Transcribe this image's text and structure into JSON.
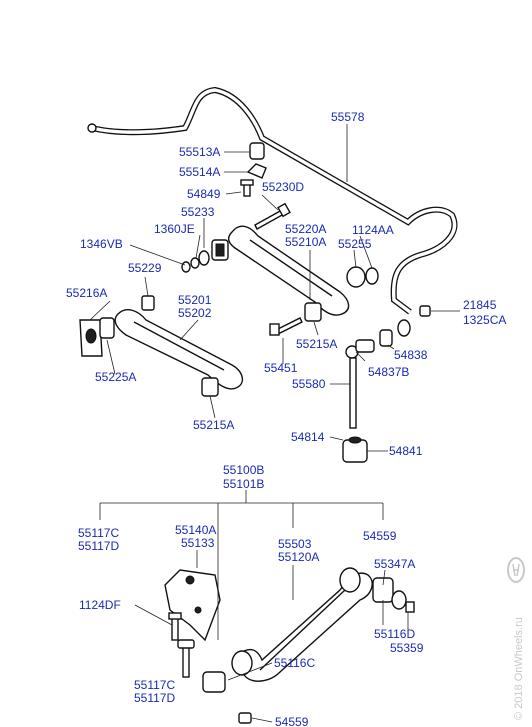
{
  "labels": {
    "l55578": "55578",
    "l55513A": "55513A",
    "l55514A": "55514A",
    "l54849": "54849",
    "l55230D": "55230D",
    "l55233": "55233",
    "l1360JE": "1360JE",
    "l1346VB": "1346VB",
    "l55229": "55229",
    "l55220A": "55220A",
    "l55210A": "55210A",
    "l1124AA": "1124AA",
    "l55255": "55255",
    "l55216A": "55216A",
    "l55201": "55201",
    "l55202": "55202",
    "l21845": "21845",
    "l1325CA": "1325CA",
    "l55215A_a": "55215A",
    "l54838": "54838",
    "l55451": "55451",
    "l54837B": "54837B",
    "l55225A": "55225A",
    "l55580": "55580",
    "l55215A_b": "55215A",
    "l54814": "54814",
    "l54841": "54841",
    "l55100B": "55100B",
    "l55101B": "55101B",
    "l55117C_a": "55117C",
    "l55117D_a": "55117D",
    "l55140A": "55140A",
    "l55133": "55133",
    "l55503": "55503",
    "l55120A": "55120A",
    "l54559_a": "54559",
    "l55347A": "55347A",
    "l1124DF": "1124DF",
    "l55116D": "55116D",
    "l55359": "55359",
    "l55116C": "55116C",
    "l55117C_b": "55117C",
    "l55117D_b": "55117D",
    "l54559_b": "54559"
  },
  "watermark": "© 2018 OnWheels.ru",
  "colors": {
    "label": "#1a2bb3",
    "line": "#111111",
    "watermark": "#c9c9c9"
  }
}
